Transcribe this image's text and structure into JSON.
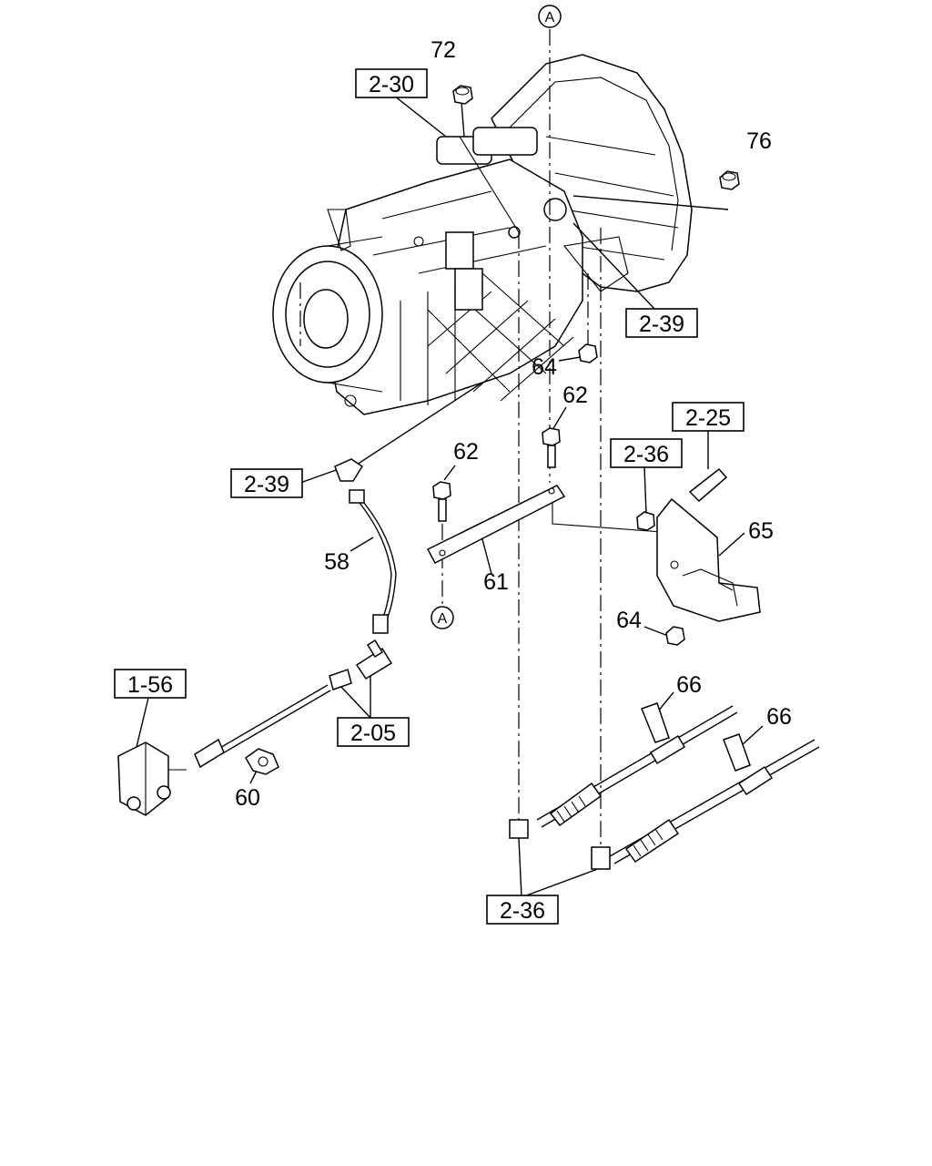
{
  "labels": {
    "l72": "72",
    "l76": "76",
    "l64a": "64",
    "l64b": "64",
    "l62a": "62",
    "l62b": "62",
    "l58": "58",
    "l61": "61",
    "l65": "65",
    "l60": "60",
    "l66a": "66",
    "l66b": "66"
  },
  "refs": {
    "r230": "2-30",
    "r239a": "2-39",
    "r239b": "2-39",
    "r225": "2-25",
    "r236a": "2-36",
    "r236b": "2-36",
    "r156": "1-56",
    "r205": "2-05"
  },
  "markers": {
    "a_top": "A",
    "a_bottom": "A"
  }
}
